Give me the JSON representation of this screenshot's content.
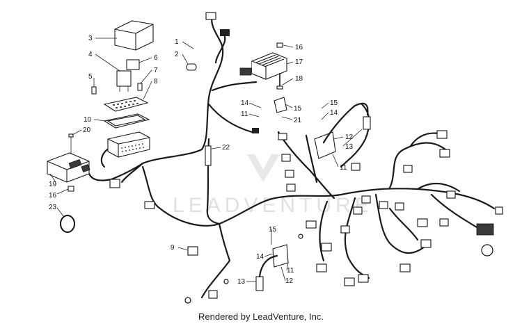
{
  "watermark": {
    "brand": "LEADVENTURE"
  },
  "footer": {
    "credit": "Rendered by LeadVenture, Inc."
  },
  "callouts": [
    {
      "id": "c1",
      "label": "1"
    },
    {
      "id": "c2",
      "label": "2"
    },
    {
      "id": "c3",
      "label": "3"
    },
    {
      "id": "c4",
      "label": "4"
    },
    {
      "id": "c5",
      "label": "5"
    },
    {
      "id": "c6",
      "label": "6"
    },
    {
      "id": "c7",
      "label": "7"
    },
    {
      "id": "c8",
      "label": "8"
    },
    {
      "id": "c10",
      "label": "10"
    },
    {
      "id": "c20",
      "label": "20"
    },
    {
      "id": "c19",
      "label": "19"
    },
    {
      "id": "c16a",
      "label": "16"
    },
    {
      "id": "c23",
      "label": "23"
    },
    {
      "id": "c22",
      "label": "22"
    },
    {
      "id": "c9",
      "label": "9"
    },
    {
      "id": "c16b",
      "label": "16"
    },
    {
      "id": "c17",
      "label": "17"
    },
    {
      "id": "c18",
      "label": "18"
    },
    {
      "id": "c14a",
      "label": "14"
    },
    {
      "id": "c11a",
      "label": "11"
    },
    {
      "id": "c15a",
      "label": "15"
    },
    {
      "id": "c21",
      "label": "21"
    },
    {
      "id": "c15b",
      "label": "15"
    },
    {
      "id": "c14b",
      "label": "14"
    },
    {
      "id": "c12a",
      "label": "12"
    },
    {
      "id": "c13a",
      "label": "13"
    },
    {
      "id": "c11b",
      "label": "11"
    },
    {
      "id": "c15c",
      "label": "15"
    },
    {
      "id": "c14c",
      "label": "14"
    },
    {
      "id": "c11c",
      "label": "11"
    },
    {
      "id": "c12b",
      "label": "12"
    },
    {
      "id": "c13b",
      "label": "13"
    }
  ]
}
